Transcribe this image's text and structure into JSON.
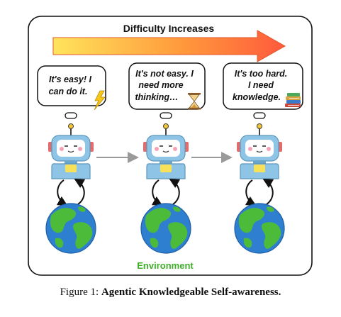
{
  "header": {
    "arrow_label": "Difficulty Increases"
  },
  "stages": [
    {
      "bubble_lines": [
        "It's easy! I",
        "can do it."
      ],
      "icon": "lightning-icon"
    },
    {
      "bubble_lines": [
        "It's not easy. I",
        "need more",
        "thinking…"
      ],
      "icon": "hourglass-icon"
    },
    {
      "bubble_lines": [
        "It's too hard.",
        "I need",
        "knowledge."
      ],
      "icon": "books-icon"
    }
  ],
  "environment_label": "Environment",
  "caption": {
    "prefix": "Figure 1:",
    "title": "Agentic Knowledgeable Self-awareness."
  },
  "colors": {
    "arrow_start": "#ffe45c",
    "arrow_end": "#ff5a3c",
    "environment_text": "#3fae2a",
    "robot_body": "#8ec5e6",
    "ocean": "#2f7fd1",
    "land": "#4cbb3a"
  }
}
